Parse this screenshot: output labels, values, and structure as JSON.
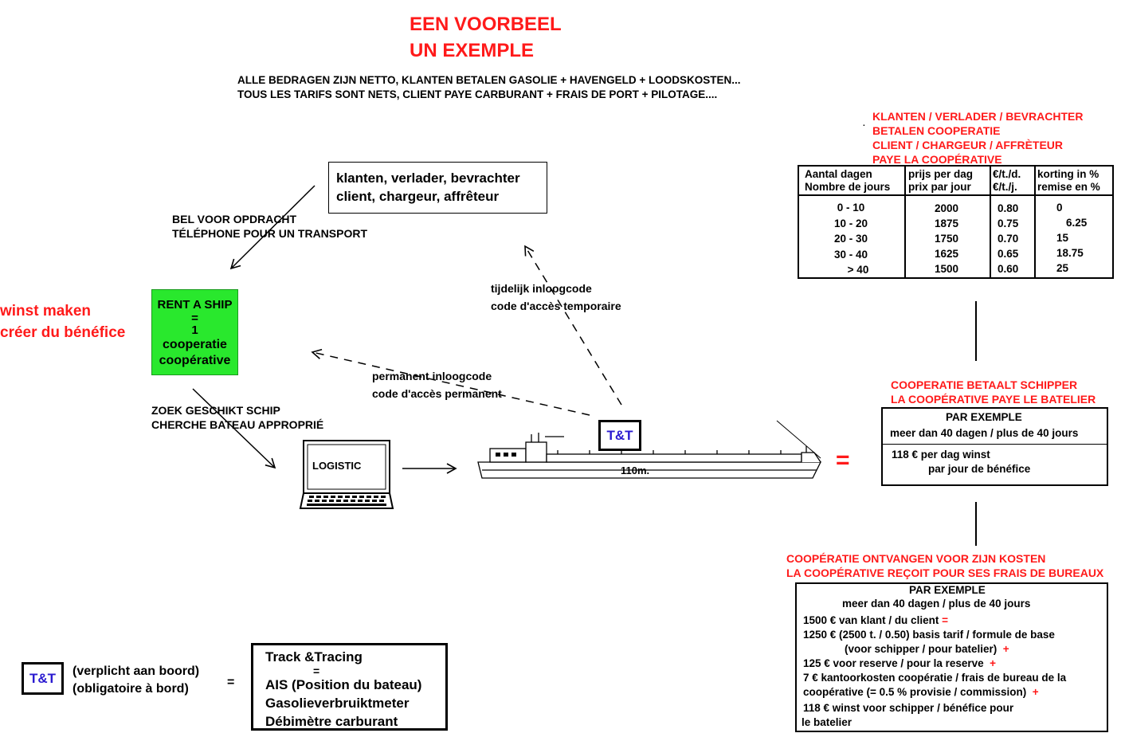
{
  "header": {
    "title_nl": "EEN VOORBEEL",
    "title_fr": "UN EXEMPLE"
  },
  "intro": {
    "line_nl": "ALLE BEDRAGEN ZIJN NETTO, KLANTEN BETALEN GASOLIE + HAVENGELD + LOODSKOSTEN...",
    "line_fr": "TOUS LES TARIFS SONT NETS, CLIENT PAYE CARBURANT + FRAIS DE PORT + PILOTAGE...."
  },
  "client_box": {
    "line1": "klanten, verlader, bevrachter",
    "line2": "client, chargeur, affrêteur"
  },
  "call": {
    "nl": "BEL VOOR OPDRACHT",
    "fr": "TÉLÉPHONE POUR UN TRANSPORT"
  },
  "profit": {
    "nl": "winst maken",
    "fr": "créer du bénéfice"
  },
  "rent_box": {
    "line1": "RENT A SHIP",
    "line2": "=",
    "line3": "1",
    "line4": "cooperatie",
    "line5": "coopérative"
  },
  "search": {
    "nl": "ZOEK GESCHIKT SCHIP",
    "fr": "CHERCHE BATEAU APPROPRIÉ"
  },
  "laptop": {
    "label": "LOGISTIC"
  },
  "temp_code": {
    "nl": "tijdelijk inloogcode",
    "fr": "code d'accès temporaire"
  },
  "perm_code": {
    "nl": "permanent inloogcode",
    "fr": "code d'accès permanent"
  },
  "ship": {
    "tt_label": "T&T",
    "length": "110m."
  },
  "equals": "=",
  "tariff": {
    "heading": [
      "KLANTEN / VERLADER / BEVRACHTER",
      "BETALEN COOPERATIE",
      "CLIENT / CHARGEUR / AFFRÈTEUR",
      "PAYE LA COOPÉRATIVE"
    ],
    "headers": [
      [
        "Aantal dagen",
        "Nombre de jours"
      ],
      [
        "prijs per dag",
        "prix par jour"
      ],
      [
        "€/t./d.",
        "€/t./j."
      ],
      [
        "korting in %",
        "remise en %"
      ]
    ],
    "rows": [
      [
        "0 - 10",
        "2000",
        "0.80",
        "0"
      ],
      [
        "10 - 20",
        "1875",
        "0.75",
        "6.25"
      ],
      [
        "20 - 30",
        "1750",
        "0.70",
        "15"
      ],
      [
        "30 - 40",
        "1625",
        "0.65",
        "18.75"
      ],
      [
        "> 40",
        "1500",
        "0.60",
        "25"
      ]
    ]
  },
  "skipper": {
    "heading_nl": "COOPERATIE BETAALT SCHIPPER",
    "heading_fr": "LA COOPÉRATIVE PAYE LE BATELIER",
    "example": "PAR EXEMPLE",
    "days": "meer dan 40 dagen / plus de 40 jours",
    "profit_line1": "118 €  per dag winst",
    "profit_line2": "par jour de bénéfice"
  },
  "coop": {
    "heading_nl": "COOPÉRATIE  ONTVANGEN VOOR ZIJN KOSTEN",
    "heading_fr": "LA COOPÉRATIVE REÇOIT POUR SES FRAIS DE BUREAUX",
    "example": "PAR EXEMPLE",
    "days": "meer dan 40 dagen / plus de 40 jours",
    "line1": "1500 € van klant / du client",
    "op1": "=",
    "line2a": "1250 € (2500 t. / 0.50) basis tarif / formule de base",
    "line2b": "(voor schipper / pour batelier)",
    "op2": "+",
    "line3": "125 € voor reserve / pour la reserve",
    "op3": "+",
    "line4a": "7 € kantoorkosten coopératie / frais de bureau de la",
    "line4b": "coopérative (= 0.5 % provisie / commission)",
    "op4": "+",
    "line5a": "118 € winst voor schipper / bénéfice pour",
    "line5b": "le batelier"
  },
  "legend": {
    "tt_label": "T&T",
    "nl": "(verplicht aan boord)",
    "fr": "(obligatoire à bord)",
    "equals": "=",
    "box": [
      "Track &Tracing",
      "=",
      "AIS (Position du bateau)",
      "Gasolieverbruiktmeter",
      "Débimètre carburant"
    ]
  },
  "colors": {
    "accent_red": "#ff1a1a",
    "rent_green": "#29e82d",
    "tt_blue": "#2a1ad0"
  }
}
